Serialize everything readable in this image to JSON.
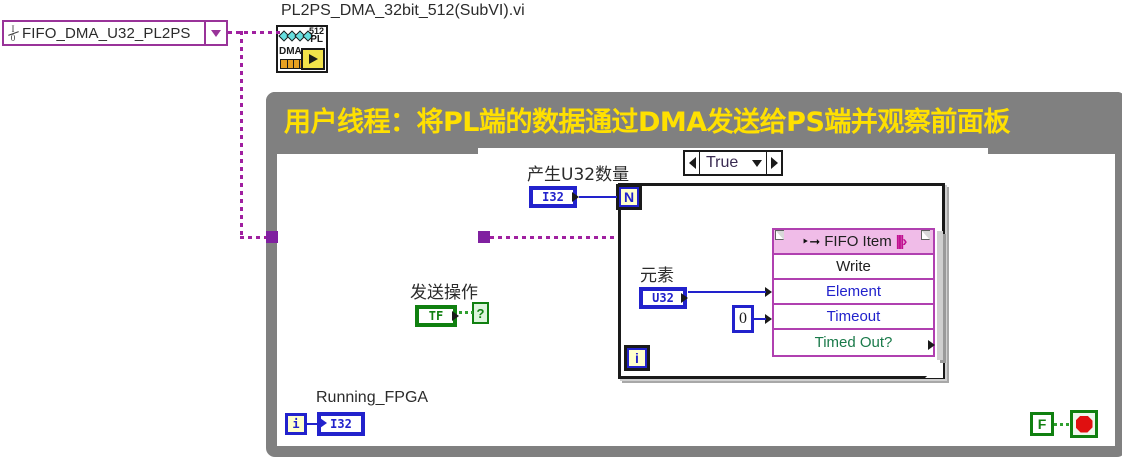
{
  "window": {
    "subvi_title": "PL2PS_DMA_32bit_512(SubVI).vi"
  },
  "fifo_reference": {
    "name": "FIFO_DMA_U32_PL2PS",
    "io_icon": "io-refnum-icon",
    "dropdown_icon": "chevron-down-icon"
  },
  "subvi_icon": {
    "size_label": "512",
    "target_label": "PL",
    "transfer_label": "DMA",
    "vi_glyph": "labview-vi-icon"
  },
  "while_loop": {
    "title": "用户线程：将PL端的数据通过DMA发送给PS端并观察前面板",
    "banner_color": "#808080",
    "title_color": "#ffe000",
    "stop_condition": {
      "constant_label": "F",
      "terminal_name": "stop-button-terminal"
    }
  },
  "case_structure": {
    "selected_case": "True",
    "prev_case_icon": "arrow-left-icon",
    "next_case_icon": "arrow-right-icon",
    "dropdown_icon": "chevron-down-icon",
    "selector_terminal_label": "?"
  },
  "for_loop": {
    "count_terminal": "N",
    "iteration_terminal": "i"
  },
  "fifo_node": {
    "header": "FIFO Item",
    "header_in_icon": "data-in-icon",
    "header_bars_icon": "fifo-bars-icon",
    "rows": [
      {
        "label": "Write",
        "color": "#202020",
        "kind": "method"
      },
      {
        "label": "Element",
        "color": "#2222cc",
        "kind": "input"
      },
      {
        "label": "Timeout",
        "color": "#2222cc",
        "kind": "input"
      },
      {
        "label": "Timed Out?",
        "color": "#1a7a4a",
        "kind": "output"
      }
    ]
  },
  "terminals": {
    "count_control": {
      "label": "产生U32数量",
      "type": "I32"
    },
    "element_control": {
      "label": "元素",
      "type": "U32"
    },
    "send_op_control": {
      "label": "发送操作",
      "type": "TF"
    },
    "running_indicator": {
      "label": "Running_FPGA",
      "type": "I32",
      "source": "i"
    }
  },
  "constants": {
    "timeout_value": "0",
    "stop_value": "F"
  },
  "colors": {
    "refnum_purple": "#993399",
    "wire_blue": "#2222cc",
    "wire_purple": "#a020a0",
    "boolean_green": "#108010",
    "node_magenta": "#b040b0",
    "node_header_fill": "#f0bce8"
  }
}
